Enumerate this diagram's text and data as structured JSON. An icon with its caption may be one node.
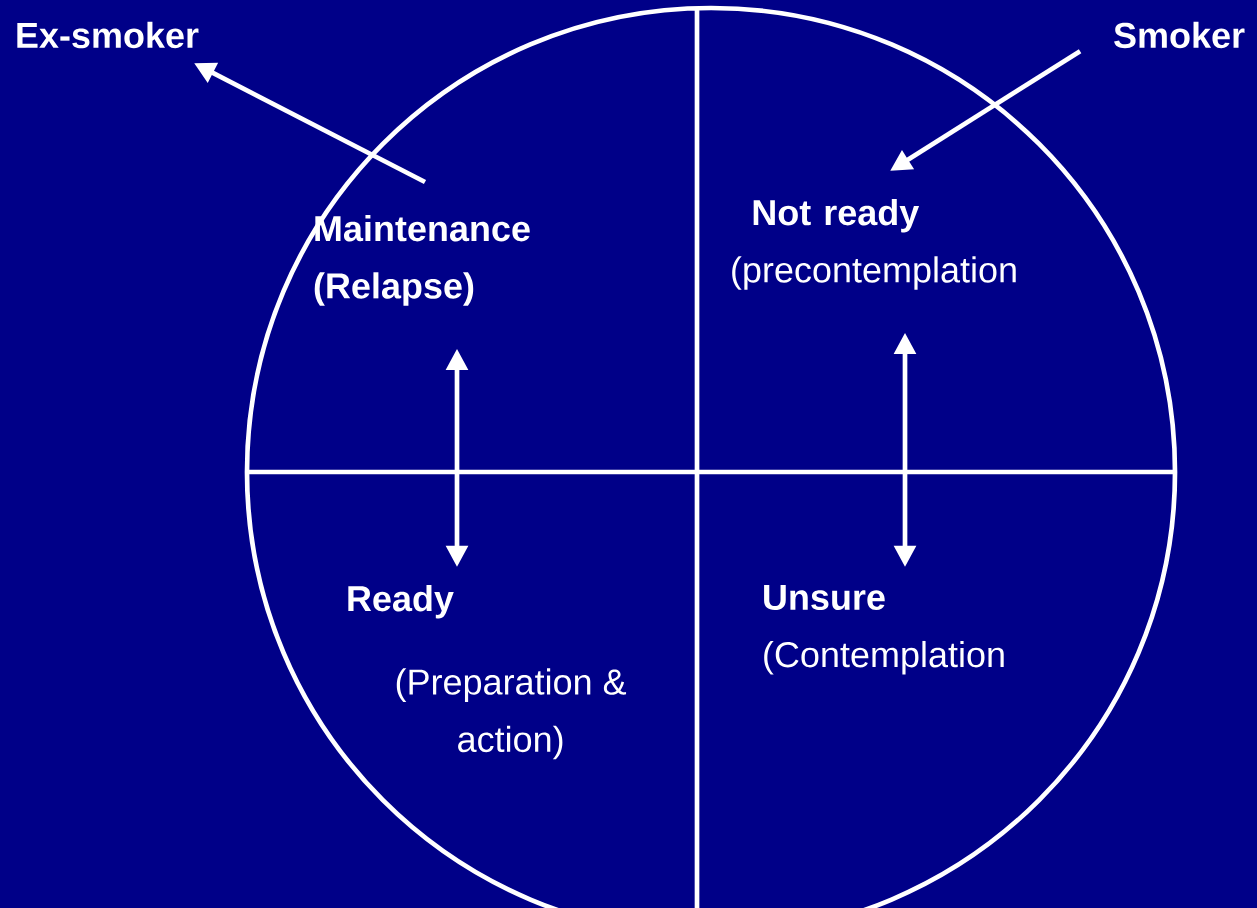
{
  "diagram": {
    "nodes": [
      {
        "text": [
          "Ex-smoker"
        ]
      },
      {
        "text": [
          "Smoker"
        ]
      },
      {
        "text": [
          "Maintenance (Relapse)"
        ]
      },
      {
        "text": [
          "Not ready",
          "(precontemplation"
        ]
      },
      {
        "text": [
          "Ready",
          "(Preparation & action)"
        ]
      },
      {
        "text": [
          "Unsure",
          "(Contemplation"
        ]
      }
    ],
    "edges": [
      {
        "from": 2,
        "to": 0,
        "arrow": "to"
      },
      {
        "from": 1,
        "to": 3,
        "arrow": "to"
      },
      {
        "from": 2,
        "to": 4,
        "arrow": "both"
      },
      {
        "from": 3,
        "to": 5,
        "arrow": "both"
      }
    ]
  }
}
